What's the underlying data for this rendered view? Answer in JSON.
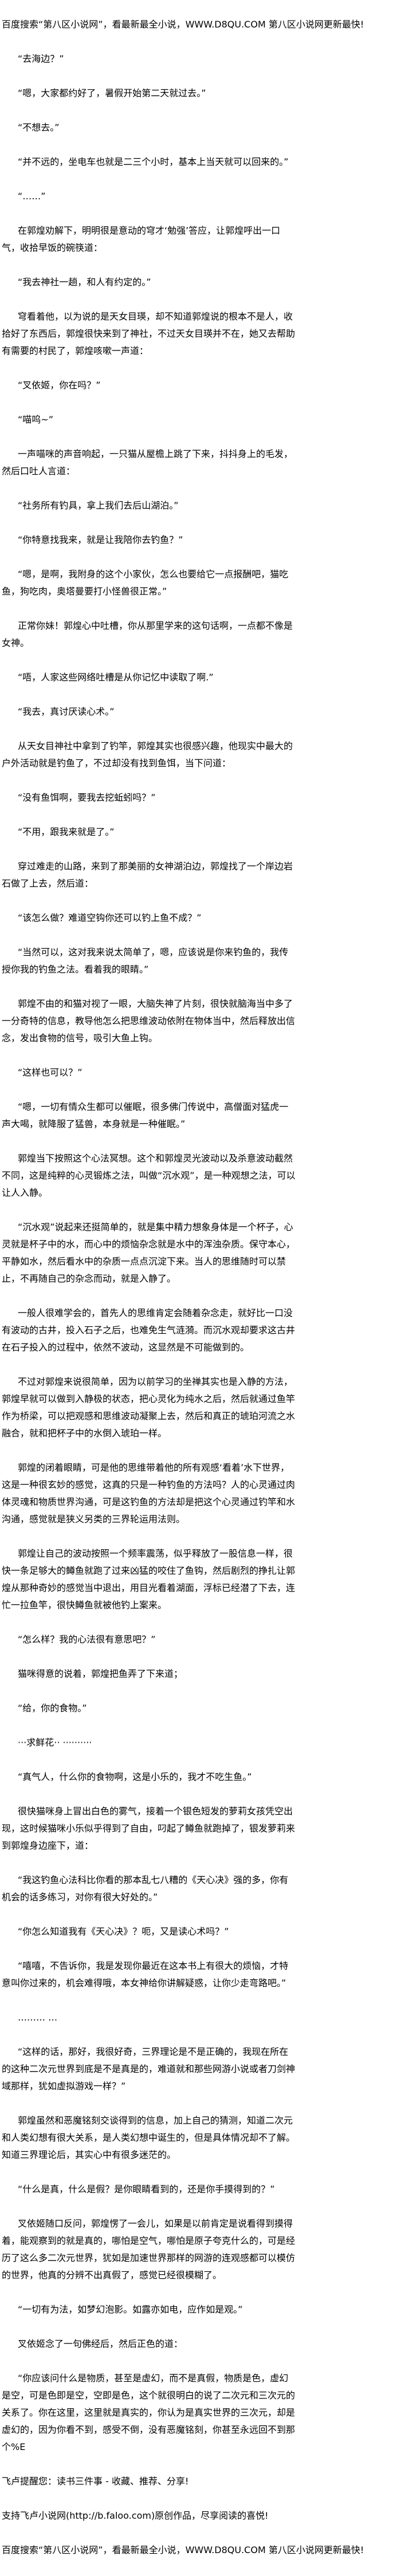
{
  "header_banner": "百度搜索“第八区小说网”，看最新最全小说，WWW.D8QU.COM   第八区小说网更新最快!",
  "paragraphs": [
    "“去海边？”",
    "“嗯，大家都约好了，暑假开始第二天就过去。”",
    "“不想去。”",
    "“并不远的，坐电车也就是二三个小时，基本上当天就可以回来的。”",
    "“……”",
    "在郭煌劝解下，明明很是意动的穹才‘勉强’答应，让郭煌呼出一口气，收拾早饭的碗筷道：",
    "“我去神社一趟，和人有约定的。”",
    "穹看着他，以为说的是天女目瑛，却不知道郭煌说的根本不是人，收拾好了东西后，郭煌很快来到了神社，不过天女目瑛并不在，她又去帮助有需要的村民了，郭煌咳嗽一声道：",
    "“叉依姬，你在吗？”",
    "“喵呜~”",
    "一声喵咪的声音响起，一只猫从屋檐上跳了下来，抖抖身上的毛发，然后口吐人言道：",
    "“社务所有钓具，拿上我们去后山湖泊。”",
    "“你特意找我来，就是让我陪你去钓鱼？”",
    "“嗯，是啊，我附身的这个小家伙，怎么也要给它一点报酬吧，猫吃鱼，狗吃肉，奥塔曼要打小怪兽很正常。”",
    "正常你妹！郭煌心中吐槽，你从那里学来的这句话啊，一点都不像是女神。",
    "“唔，人家这些网络吐槽是从你记忆中读取了啊.”",
    "“我去，真讨厌读心术。”",
    "从天女目神社中拿到了钓竿，郭煌其实也很感兴趣，他现实中最大的户外活动就是钓鱼了，不过却没有找到鱼饵，当下问道：",
    "“没有鱼饵啊，要我去挖蚯蚓吗？”",
    "“不用，跟我来就是了。”",
    "穿过难走的山路，来到了那美丽的女神湖泊边，郭煌找了一个岸边岩石做了上去，然后道：",
    "“该怎么做？难道空钩你还可以钓上鱼不成？”",
    "“当然可以，这对我来说太简单了，嗯，应该说是你来钓鱼的，我传授你我的钓鱼之法。看着我的眼睛。”",
    "郭煌不由的和猫对视了一眼，大脑失神了片刻，很快就脑海当中多了一分奇特的信息，教导他怎么把思维波动依附在物体当中，然后释放出信念，发出食物的信号，吸引大鱼上钩。",
    "“这样也可以？”",
    "“嗯，一切有情众生都可以催眠，很多佛门传说中，高僧面对猛虎一声大喝，就降服了猛兽，本身就是一种催眠。”",
    "郭煌当下按照这个心法冥想。这个和郭煌灵光波动以及杀意波动截然不同，这是纯粹的心灵锻炼之法，叫做“沉水观”，是一种观想之法，可以让人入静。",
    "“沉水观”说起来还挺简单的，就是集中精力想象身体是一个杯子，心灵就是杯子中的水，而心中的烦恼杂念就是水中的浑浊杂质。保守本心，平静如水，然后看水中的杂质一点点沉淀下来。当人的思维随时可以禁止，不再随自己的杂念而动，就是入静了。",
    "一般人很难学会的，首先人的思维肯定会随着杂念走，就好比一口没有波动的古井，投入石子之后，也难免生气涟漪。而沉水观却要求这古井在石子投入的过程中，依然不波动，这显然是不可能做到的。",
    "不过对郭煌来说很简单，因为以前学习的坐禅其实也是入静的方法，郭煌早就可以做到入静极的状态，把心灵化为纯水之后，然后就通过鱼竿作为桥梁，可以把观感和思维波动凝聚上去，然后和真正的琥珀河流之水融合，就和把杯子中的水倒入琥珀一样。",
    "郭煌的闭着眼睛，可是他的思维带着他的所有观感‘看着’水下世界，这是一种很玄妙的感觉，这真的只是一种钓鱼的方法吗？人的心灵通过肉体灵魂和物质世界沟通，可是这钓鱼的方法却是把这个心灵通过钓竿和水沟通，感觉就是狭义另类的三界轮运用法则。",
    "郭煌让自己的波动按照一个频率震荡，似乎释放了一股信息一样，很快一条足够大的鳟鱼就跑了过来凶猛的咬住了鱼钩，然后剧烈的挣扎让郭煌从那种奇妙的感觉当中退出，用目光看着湖面，浮标已经潜了下去，连忙一拉鱼竿，很快鳟鱼就被他钓上案来。",
    "“怎么样？我的心法很有意思吧？”",
    "猫咪得意的说着，郭煌把鱼弄了下来道；",
    "“给，你的食物。”",
    "···求鲜花·· ··········",
    "“真气人，什么你的食物啊，这是小乐的，我才不吃生鱼。”",
    "很快猫咪身上冒出白色的雾气，接着一个银色短发的萝莉女孩凭空出现，这时候猫咪小乐似乎得到了自由，叼起了鳟鱼就跑掉了，银发萝莉来到郭煌身边座下，道：",
    "“我这钓鱼心法科比你看的那本乱七八糟的《天心决》强的多，你有机会的话多练习，对你有很大好处的。”",
    "“你怎么知道我有《天心决》？呃，又是读心术吗？”",
    "“嘻嘻，不告诉你，我是发现你最近在这本书上有很大的烦恼，才特意叫你过来的，机会难得哦，本女神给你讲解疑惑，让你少走弯路吧。”",
    "……… …",
    "“这样的话，那好，我很好奇，三界理论是不是正确的，我现在所在的这种二次元世界到底是不是真是的，难道就和那些网游小说或者刀剑神域那样，犹如虚拟游戏一样？”",
    "郭煌虽然和恶魔铭刻交谈得到的信息，加上自己的猜测，知道二次元和人类幻想有很大关系，是人类幻想中诞生的，但是具体情况却不了解。知道三界理论后，其实心中有很多迷茫的。",
    "“什么是真，什么是假？是你眼睛看到的，还是你手摸得到的？”",
    "叉依姬随口反问，郭煌愣了一会儿，如果是以前肯定是说看得到摸得着，能观察到的就是真的，哪怕是空气，哪怕是原子夸克什么的，可是经历了这么多二次元世界，犹如是加速世界那样的网游的连观感都可以模仿的世界，他真的分辨不出真假了，感觉已经很模糊了。",
    "“一切有为法，如梦幻泡影。如露亦如电，应作如是观。”",
    "叉依姬念了一句佛经后，然后正色的道：",
    "“你应该问什么是物质，甚至是虚幻，而不是真假，物质是色，虚幻是空，可是色即是空，空即是色，这个就很明白的说了二次元和三次元的关系了。你在这里，这里就是真实的，你认为是真实世界的三次元，却是虚幻的，因为你看不到，感受不倒，没有恶魔铭刻，你甚至永远回不到那个%E"
  ],
  "footer": {
    "reminder": "飞卢提醒您：读书三件事 - 收藏、推荐、分享!",
    "support": "支持飞卢小说网(http://b.faloo.com)原创作品，尽享阅读的喜悦!",
    "banner": "百度搜索“第八区小说网”，看最新最全小说，WWW.D8QU.COM   第八区小说网更新最快!"
  }
}
